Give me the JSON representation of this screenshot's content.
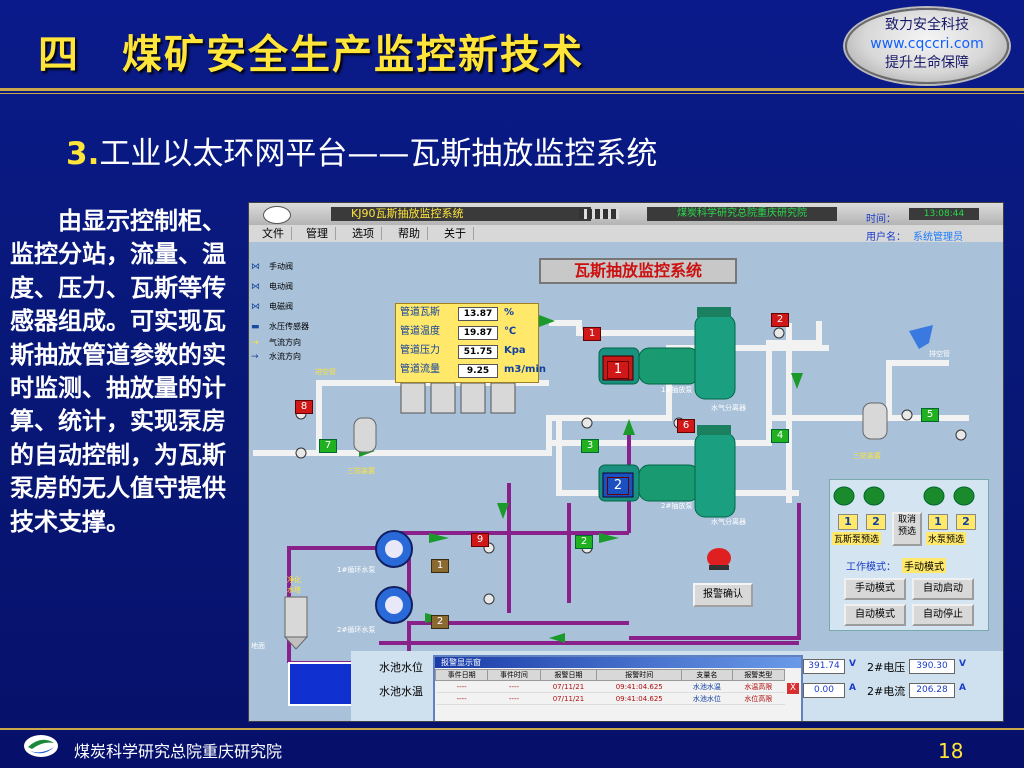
{
  "slide": {
    "title": "四　煤矿安全生产监控新技术",
    "subtitle_num": "3.",
    "subtitle_text": "工业以太环网平台——瓦斯抽放监控系统",
    "body": "由显示控制柜、监控分站，流量、温度、压力、瓦斯等传感器组成。可实现瓦斯抽放管道参数的实时监测、抽放量的计算、统计，实现泵房的自动控制，为瓦斯泵房的无人值守提供技术支撑。",
    "page_number": "18",
    "footer": "煤炭科学研究总院重庆研究院"
  },
  "badge": {
    "line1": "致力安全科技",
    "line2": "www.cqccri.com",
    "line3": "提升生命保障"
  },
  "scada": {
    "window_title": "KJ90瓦斯抽放监控系统",
    "org_plate": "煤炭科学研究总院重庆研究院",
    "time_label": "时间：",
    "time_value": "13:08:44",
    "user_label": "用户名：",
    "user_value": "系统管理员",
    "menu": [
      "文件",
      "管理",
      "选项",
      "帮助",
      "关于"
    ],
    "panel_title": "瓦斯抽放监控系统",
    "legend": [
      {
        "icon": "⋈",
        "label": "手动阀"
      },
      {
        "icon": "⋈",
        "label": "电动阀"
      },
      {
        "icon": "⋈",
        "label": "电磁阀"
      },
      {
        "icon": "▬",
        "label": "水压传感器"
      },
      {
        "icon": "→",
        "label": "气流方向"
      },
      {
        "icon": "→",
        "label": "水流方向"
      }
    ],
    "params": [
      {
        "label": "管道瓦斯",
        "value": "13.87",
        "unit": "%"
      },
      {
        "label": "管道温度",
        "value": "19.87",
        "unit": "℃"
      },
      {
        "label": "管道压力",
        "value": "51.75",
        "unit": "Kpa"
      },
      {
        "label": "管道流量",
        "value": "9.25",
        "unit": "m3/min"
      }
    ],
    "labels": {
      "inlet": "进空管",
      "exhaust": "排空管",
      "device_left": "三防装置",
      "device_right": "三防装置",
      "separator1": "水气分离器",
      "separator2": "水气分离器",
      "pump1": "1#抽放泵",
      "pump2": "2#抽放泵",
      "circ1": "1#循环水泵",
      "circ2": "2#循环水泵",
      "purify": "净化\n水塔",
      "ground": "地面"
    },
    "tags": {
      "t1": "1",
      "t2": "2",
      "t3": "3",
      "t4": "4",
      "t5": "5",
      "t6": "6",
      "t7": "7",
      "t8": "8",
      "t9": "9",
      "t2b": "2",
      "b1": "1",
      "b2": "2",
      "p1": "1",
      "p2": "2"
    },
    "control": {
      "pre1": "1",
      "pre2": "2",
      "pre3": "1",
      "pre4": "2",
      "cancel": "取消\n预选",
      "gas_select": "瓦斯泵预选",
      "water_select": "水泵预选",
      "mode_label": "工作模式：",
      "mode_value": "手动模式",
      "btn_manual": "手动模式",
      "btn_autostart": "自动启动",
      "btn_auto": "自动模式",
      "btn_autostop": "自动停止"
    },
    "alarm_confirm": "报警确认",
    "bottom": {
      "water_level": "水池水位",
      "water_temp": "水池水温",
      "v1": "391.74",
      "u1": "V",
      "lbl_voltage": "2#电压",
      "voltage": "390.30",
      "u2": "V",
      "v2": "0.00",
      "u3": "A",
      "lbl_current": "2#电流",
      "current": "206.28",
      "u4": "A"
    },
    "alarm_window": {
      "title": "报警显示窗",
      "close": "X",
      "columns": [
        "事件日期",
        "事件时间",
        "报警日期",
        "报警时间",
        "支量名",
        "报警类型"
      ],
      "rows": [
        [
          "----",
          "----",
          "07/11/21",
          "09:41:04.625",
          "水池水温",
          "水温高限"
        ],
        [
          "----",
          "----",
          "07/11/21",
          "09:41:04.625",
          "水池水位",
          "水位高限"
        ]
      ]
    }
  }
}
